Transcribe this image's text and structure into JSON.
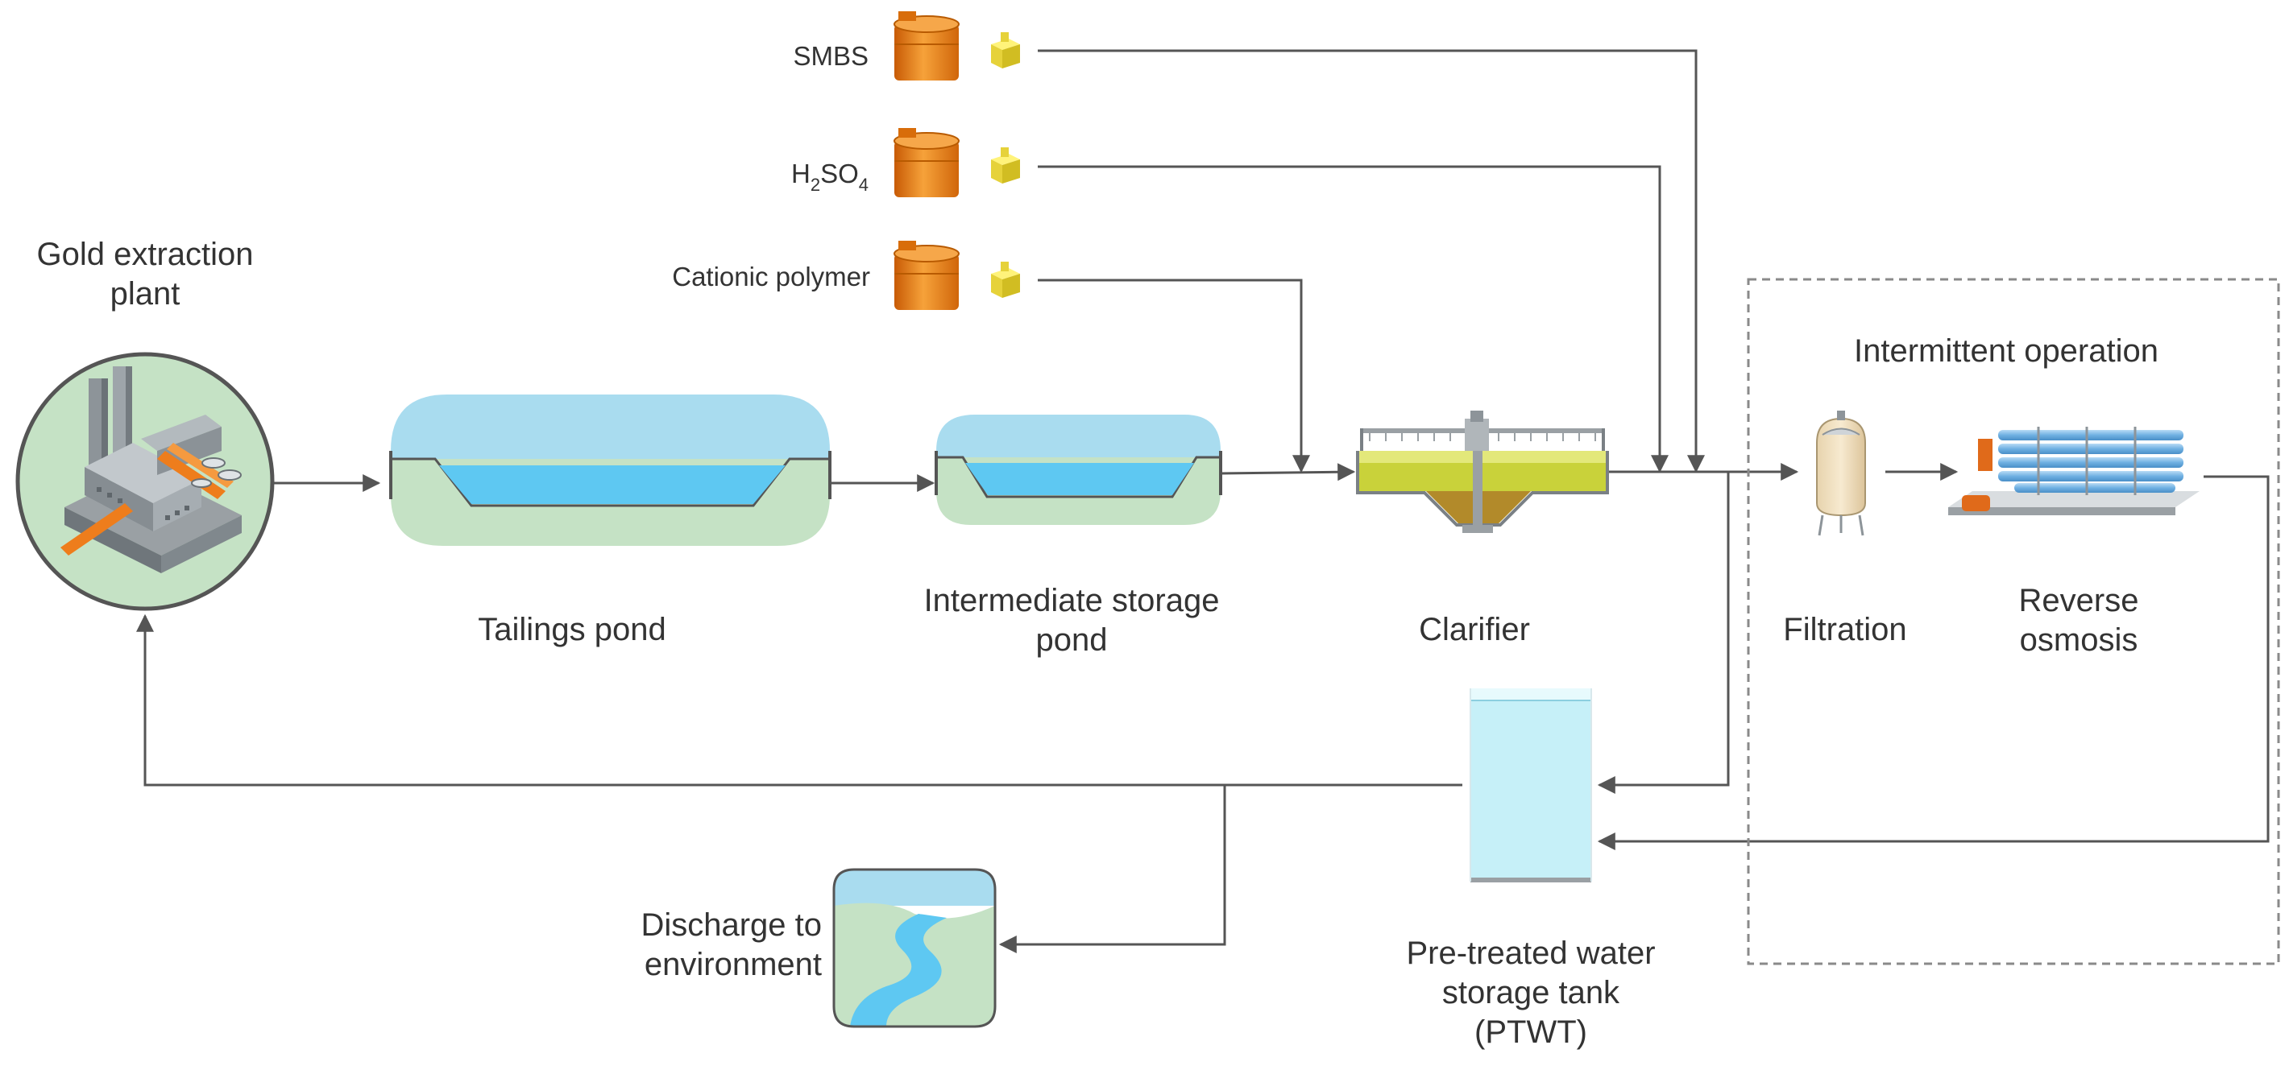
{
  "labels": {
    "gold_plant_line1": "Gold extraction",
    "gold_plant_line2": "plant",
    "tailings_pond": "Tailings pond",
    "intermediate_line1": "Intermediate storage",
    "intermediate_line2": "pond",
    "clarifier": "Clarifier",
    "intermittent": "Intermittent operation",
    "filtration": "Filtration",
    "ro_line1": "Reverse",
    "ro_line2": "osmosis",
    "ptwt_line1": "Pre-treated water",
    "ptwt_line2": "storage tank",
    "ptwt_line3": "(PTWT)",
    "discharge_line1": "Discharge to",
    "discharge_line2": "environment"
  },
  "chemicals": {
    "smbs": "SMBS",
    "h2so4": {
      "h": "H",
      "sub2": "2",
      "so": "SO",
      "sub4": "4"
    },
    "polymer": "Cationic polymer"
  },
  "colors": {
    "line": "#555555",
    "water": "#5ec8f2",
    "sky": "#a9dcef",
    "ground": "#c5e2c5",
    "tank_orange": "#f08a1e",
    "pump_yellow": "#f2e24a",
    "sludge": "#c9d23a",
    "ro_blue": "#7fb8e6",
    "box_dash": "#8a8a8a"
  }
}
